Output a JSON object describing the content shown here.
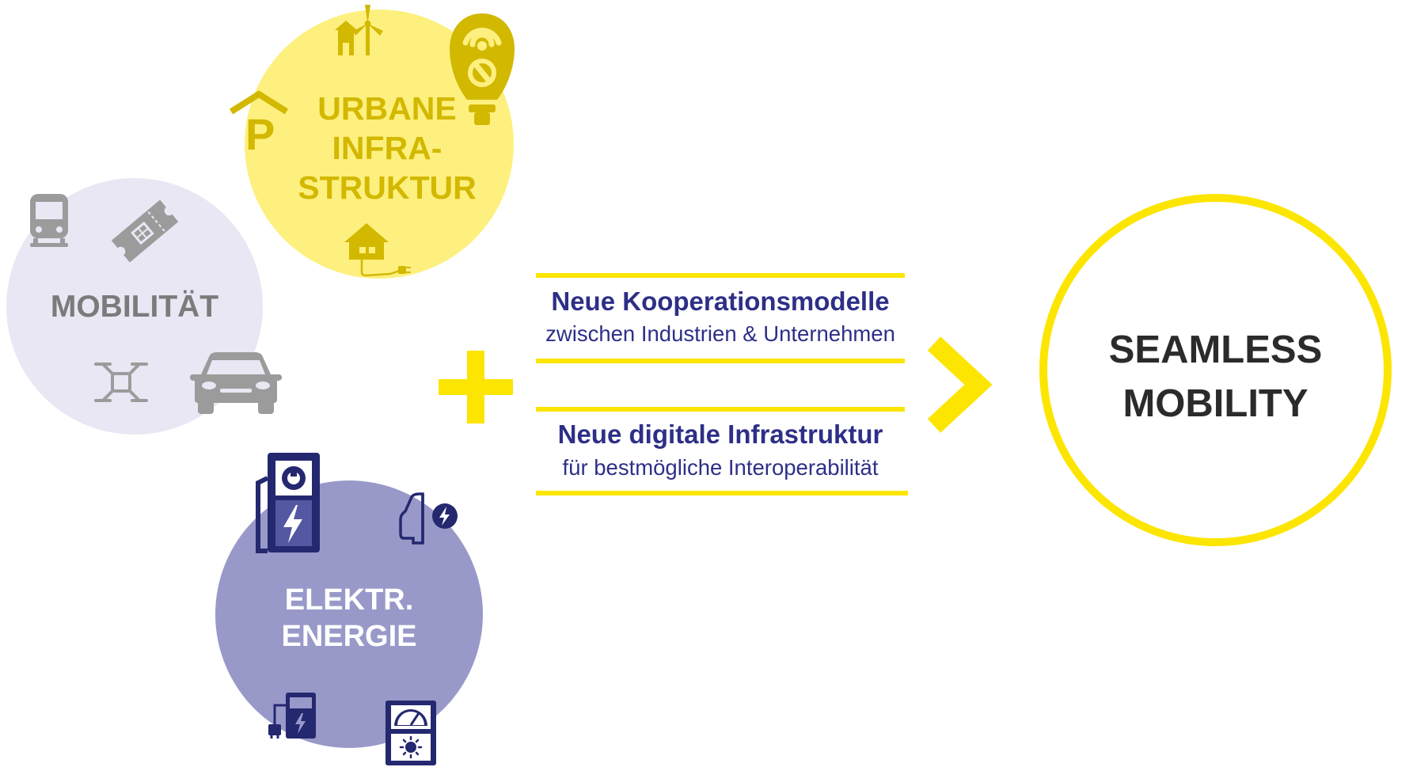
{
  "circles": {
    "urban": {
      "label_lines": [
        "URBANE",
        "INFRA-",
        "STRUKTUR"
      ]
    },
    "mobility": {
      "label_lines": [
        "MOBILITÄT"
      ]
    },
    "energy": {
      "label_lines": [
        "ELEKTR.",
        "ENERGIE"
      ]
    }
  },
  "block1": {
    "title": "Neue Kooperationsmodelle",
    "subtitle": "zwischen Industrien & Unternehmen"
  },
  "block2": {
    "title": "Neue digitale Infrastruktur",
    "subtitle": "für bestmögliche Interoperabilität"
  },
  "result": {
    "label_lines": [
      "SEAMLESS",
      "MOBILITY"
    ]
  },
  "colors": {
    "yellow_circle": "#fdf07f",
    "yellow_accent": "#fce500",
    "urban_icon": "#d3b800",
    "mobility_circle": "#e8e7f3",
    "mobility_icon": "#9b9b9b",
    "energy_circle": "#9899c9",
    "energy_icon": "#24286f",
    "text_blue": "#2d2f87",
    "text_dark": "#2b2b2b"
  },
  "icons": {
    "urban": [
      "wind-house-icon",
      "parking-meter-icon",
      "parking-garage-icon",
      "house-plug-icon"
    ],
    "mobility": [
      "train-icon",
      "ticket-icon",
      "drone-icon",
      "car-icon"
    ],
    "energy": [
      "charging-station-icon",
      "car-charge-icon",
      "small-charger-icon",
      "meter-icon"
    ],
    "connectors": [
      "plus-icon",
      "chevron-right-icon"
    ]
  }
}
